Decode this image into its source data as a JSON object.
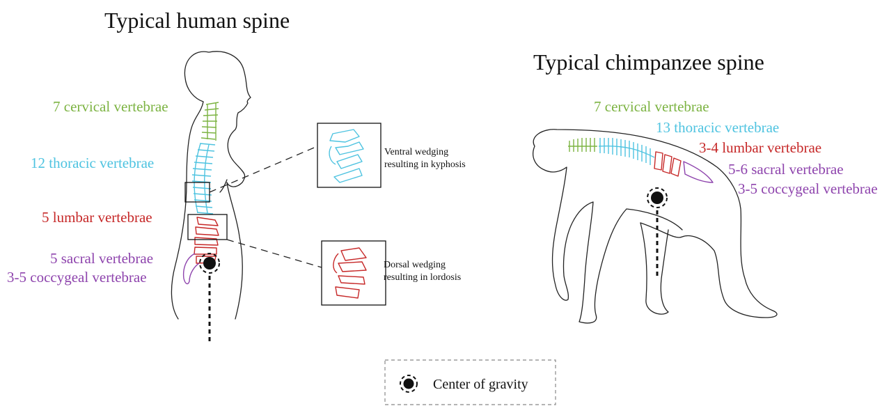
{
  "colors": {
    "cervical": "#7cb342",
    "thoracic": "#4ec3e0",
    "lumbar": "#c62828",
    "sacral": "#8e44ad",
    "ink": "#111111"
  },
  "human": {
    "title": "Typical human spine",
    "labels": {
      "cervical": "7 cervical vertebrae",
      "thoracic": "12 thoracic vertebrae",
      "lumbar": "5 lumbar vertebrae",
      "sacral": "5 sacral vertebrae",
      "coccygeal": "3-5 coccygeal vertebrae"
    }
  },
  "chimpanzee": {
    "title": "Typical chimpanzee spine",
    "labels": {
      "cervical": "7 cervical vertebrae",
      "thoracic": "13 thoracic vertebrae",
      "lumbar": "3-4 lumbar vertebrae",
      "sacral": "5-6 sacral vertebrae",
      "coccygeal": "3-5 coccygeal vertebrae"
    }
  },
  "insets": {
    "kyphosis": [
      "Ventral wedging",
      "resulting in kyphosis"
    ],
    "lordosis": [
      "Dorsal wedging",
      "resulting in lordosis"
    ]
  },
  "legend": {
    "label": "Center of gravity",
    "icon": "center-of-gravity-icon"
  }
}
